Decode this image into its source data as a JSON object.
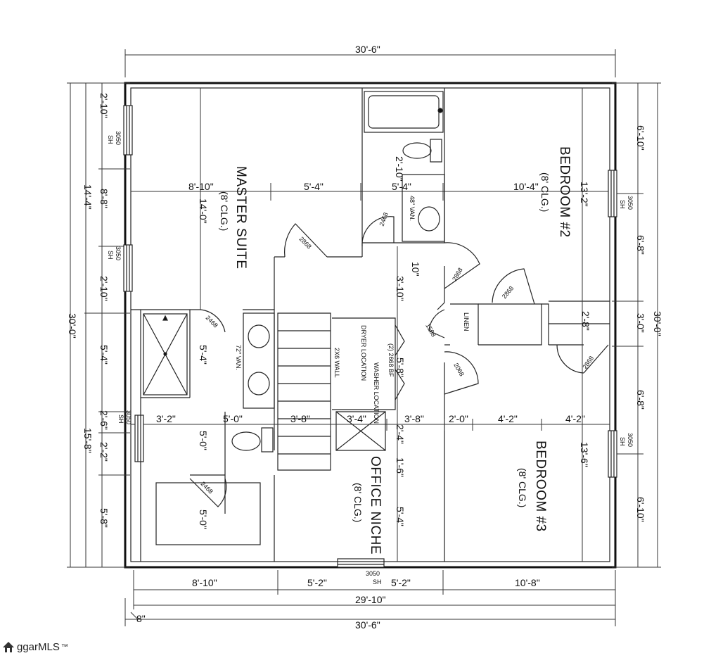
{
  "rooms": {
    "master_suite": "MASTER SUITE",
    "bedroom2": "BEDROOM #2",
    "bedroom3": "BEDROOM #3",
    "office": "OFFICE NICHE",
    "clg": "(8' CLG.)",
    "linen": "LINEN",
    "dryer": "DRYER\nLOCATION",
    "washer": "WASHER\nLOCATION",
    "bifold": "(2) 2668 BF",
    "wall": "2X6 WALL",
    "van72": "72\" VAN.",
    "van48": "48\" VAN."
  },
  "windows": {
    "code": "3050",
    "sub": "SH"
  },
  "doors": {
    "d2868": "2868",
    "d2468": "2468",
    "d1568": "1568",
    "d2068": "2068"
  },
  "dimensions": {
    "top": "30'-6\"",
    "bottom_outer": "30'-6\"",
    "bottom_inner": "29'-10\"",
    "bottom_small": "8\"",
    "bottom_segments": [
      "8'-10\"",
      "5'-2\"",
      "5'-2\"",
      "10'-8\""
    ],
    "left_total": "30'-0\"",
    "left_upper": "14'-4\"",
    "left_lower": "15'-8\"",
    "left_segments": [
      "2'-10\"",
      "8'-8\"",
      "2'-10\"",
      "5'-4\"",
      "2'-6\"",
      "2'-2\"",
      "5'-8\""
    ],
    "right_total": "30'-0\"",
    "right_segments": [
      "6'-10\"",
      "6'-8\"",
      "3'-0\"",
      "6'-8\"",
      "6'-10\""
    ],
    "mid_row1": [
      "8'-10\"",
      "5'-4\"",
      "5'-4\"",
      "10'-4\""
    ],
    "mid_row2": [
      "3'-2\"",
      "5'-0\"",
      "3'-8\"",
      "3'-4\"",
      "3'-8\"",
      "2'-0\"",
      "4'-2\"",
      "4'-2\""
    ],
    "interior": {
      "ms_14_0": "14'-0\"",
      "bath_2_10": "2'-10\"",
      "b2_13_2": "13'-2\"",
      "d10": "10\"",
      "d3_10": "3'-10\"",
      "d5_8": "5'-8\"",
      "d2_4": "2'-4\"",
      "d1_6": "1'-6\"",
      "d5_4a": "5'-4\"",
      "d5_4b": "5'-4\"",
      "d5_0a": "5'-0\"",
      "d5_0b": "5'-0\"",
      "d2_8": "2'-8\"",
      "b3_13_6": "13'-6\""
    }
  },
  "logo": {
    "text": "ggarMLS",
    "tm": "™"
  }
}
